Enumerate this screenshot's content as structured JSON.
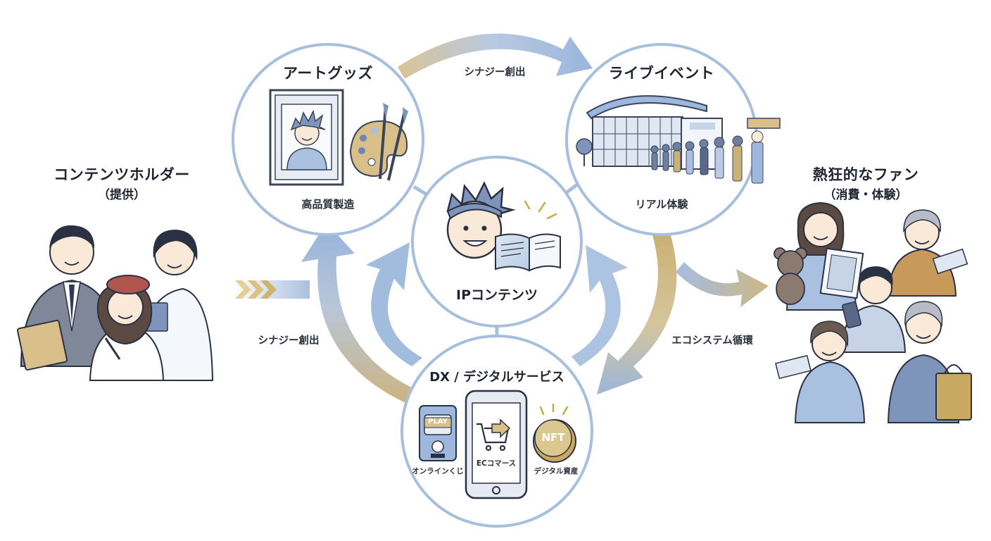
{
  "holder": {
    "title": "コンテンツホルダー",
    "subtitle": "（提供）"
  },
  "fans": {
    "title": "熱狂的なファン",
    "subtitle": "（消費・体験）"
  },
  "center": {
    "title": "IPコンテンツ"
  },
  "nodes": {
    "art": {
      "title": "アートグッズ",
      "caption": "高品質製造"
    },
    "live": {
      "title": "ライブイベント",
      "caption": "リアル体験"
    },
    "dx": {
      "title": "DX / デジタルサービス",
      "items": [
        "オンラインくじ",
        "ECコマース",
        "デジタル資産"
      ],
      "play_label": "PLAY",
      "nft_label": "NFT"
    }
  },
  "flows": {
    "top": "シナジー創出",
    "left": "シナジー創出",
    "right": "エコシステム循環"
  },
  "colors": {
    "ring": "#a7bfdc",
    "blue": "#9db8dc",
    "gold": "#c9b27a",
    "navy": "#2d3b5a",
    "hair": "#7f94ba"
  }
}
